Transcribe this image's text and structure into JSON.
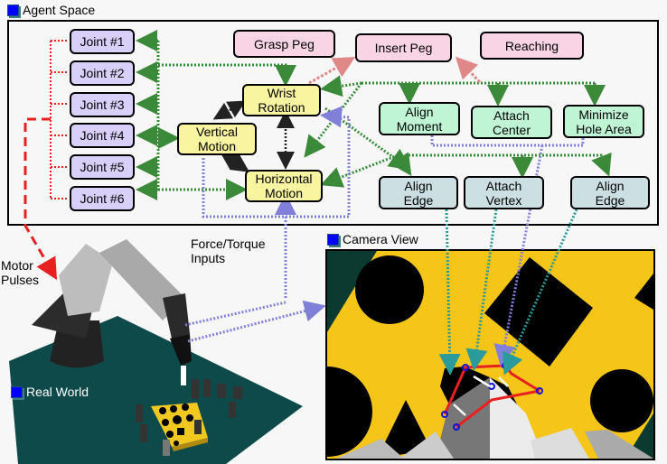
{
  "panels": {
    "agent_space": {
      "title": "Agent Space"
    },
    "real_world": {
      "title": "Real World"
    },
    "camera_view": {
      "title": "Camera View"
    }
  },
  "joints": [
    "Joint #1",
    "Joint #2",
    "Joint #3",
    "Joint #4",
    "Joint #5",
    "Joint #6"
  ],
  "motions": {
    "wrist": "Wrist\nRotation",
    "vertical": "Vertical\nMotion",
    "horizontal": "Horizontal\nMotion"
  },
  "goals": {
    "grasp": "Grasp Peg",
    "insert": "Insert Peg",
    "reaching": "Reaching"
  },
  "mid_behaviors": {
    "align_moment": "Align\nMoment",
    "attach_center": "Attach\nCenter",
    "minimize_hole": "Minimize\nHole Area"
  },
  "low_behaviors": {
    "align_edge_1": "Align\nEdge",
    "attach_vertex": "Attach\nVertex",
    "align_edge_2": "Align\nEdge"
  },
  "annotations": {
    "motor_pulses": "Motor\nPulses",
    "force_torque": "Force/Torque\nInputs"
  },
  "colors": {
    "joint_fill": "#d8d0f8",
    "goal_fill": "#f8d4e4",
    "motion_fill": "#f8f4a0",
    "mid_fill": "#bff5d4",
    "low_fill": "#cce0e4",
    "green_link": "#3a8a3a",
    "red_link": "#e82020",
    "purple_link": "#8080d8",
    "teal_link": "#2a9a9a",
    "pink_link": "#e08888",
    "camera_yellow": "#f5c518",
    "table_teal": "#0f4a4a"
  }
}
